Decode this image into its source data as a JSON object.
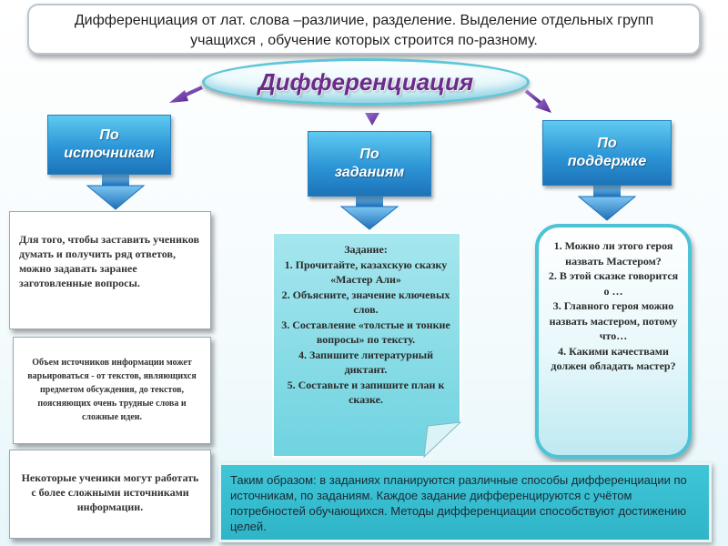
{
  "header": {
    "definition": "Дифференциация от лат. слова –различие, разделение. Выделение отдельных групп учащихся , обучение которых строится по-разному."
  },
  "center": {
    "title": "Дифференциация"
  },
  "categories": {
    "sources": "По источникам",
    "tasks": "По заданиям",
    "support": "По поддержке"
  },
  "sources_boxes": [
    "Для того, чтобы заставить учеников думать и получить ряд ответов, можно задавать заранее заготовленные вопросы.",
    "Объем источников информации может варьироваться - от текстов, являющихся предметом обсуждения, до текстов, поясняющих очень трудные слова и сложные идеи.",
    "Некоторые ученики могут работать с более сложными источниками информации."
  ],
  "tasks_box": {
    "lines": [
      "Задание:",
      "1. Прочитайте, казахскую сказку «Мастер Али»",
      "2. Объясните, значение ключевых слов.",
      "3. Составление «толстые и тонкие вопросы» по тексту.",
      "4. Запишите литературный диктант.",
      "5. Составьте и запишите план к сказке."
    ]
  },
  "support_box": {
    "lines": [
      "1. Можно ли этого героя назвать Мастером?",
      "2. В этой сказке говорится о …",
      "3. Главного героя можно назвать мастером, потому что…",
      "4. Какими качествами должен обладать мастер?"
    ]
  },
  "conclusion": {
    "text": "Таким образом: в заданиях планируются различные способы дифференциации по источникам, по заданиям. Каждое задание дифференцируются с учётом потребностей обучающихся. Методы дифференциации способствуют достижению целей."
  },
  "colors": {
    "title_purple": "#6b2b8a",
    "arrow_purple": "#6a2fa0",
    "label_blue": "#2c95d6",
    "down_arrow_blue": "#2f8fd6",
    "box_teal": "#8fdde6",
    "conclusion_teal": "#36bccf"
  }
}
